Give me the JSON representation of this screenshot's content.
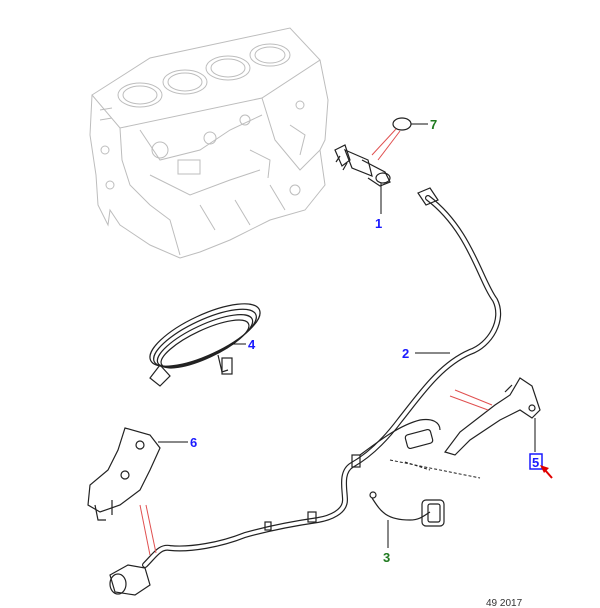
{
  "diagram": {
    "callouts": [
      {
        "id": "1",
        "label": "1",
        "color": "#1a1aff"
      },
      {
        "id": "2",
        "label": "2",
        "color": "#1a1aff"
      },
      {
        "id": "3",
        "label": "3",
        "color": "#1f7a1f"
      },
      {
        "id": "4",
        "label": "4",
        "color": "#1a1aff"
      },
      {
        "id": "5",
        "label": "5",
        "color": "#1a1aff",
        "highlighted": true
      },
      {
        "id": "6",
        "label": "6",
        "color": "#1a1aff"
      },
      {
        "id": "7",
        "label": "7",
        "color": "#1f7a1f"
      }
    ],
    "highlight_color": "#e00000",
    "stamp": "49 2017"
  }
}
